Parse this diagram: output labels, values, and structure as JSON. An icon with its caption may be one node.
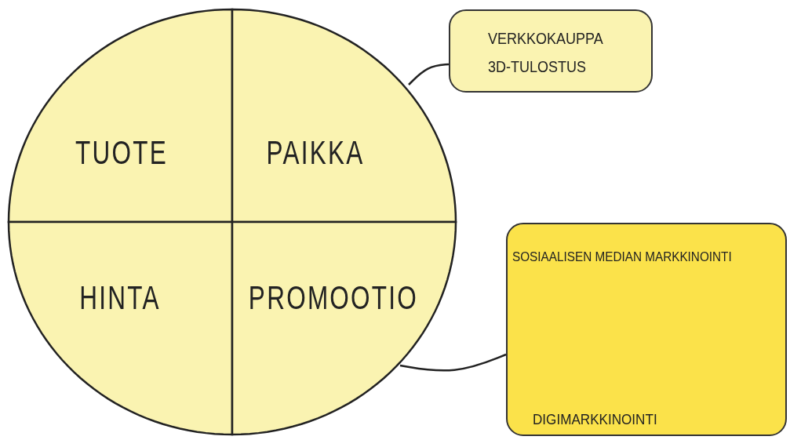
{
  "diagram": {
    "nodes": [
      {
        "text": [
          "TUOTE"
        ]
      },
      {
        "text": [
          "PAIKKA"
        ]
      },
      {
        "text": [
          "HINTA"
        ]
      },
      {
        "text": [
          "PROMOOTIO"
        ]
      },
      {
        "text": [
          "VERKKOKAUPPA",
          "3D-TULOSTUS"
        ]
      },
      {
        "text": [
          "SOSIAALISEN MEDIAN MARKKINOINTI",
          "DIGIMARKKINOINTI"
        ]
      }
    ],
    "edges": [
      {
        "from": 1,
        "to": 4,
        "arrow": "none"
      },
      {
        "from": 3,
        "to": 5,
        "arrow": "none"
      }
    ]
  }
}
